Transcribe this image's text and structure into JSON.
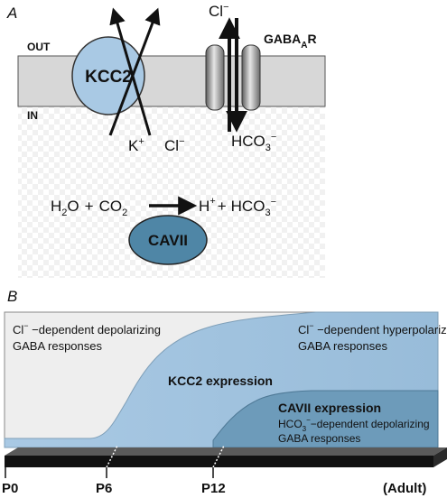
{
  "panel_a": {
    "label": "A",
    "out_label": "OUT",
    "in_label": "IN",
    "kcc2_label": "KCC2",
    "k_ion": "K",
    "k_charge": "+",
    "cl_ion_bottom": "Cl",
    "cl_charge_bottom": "−",
    "cl_ion_top": "Cl",
    "cl_charge_top": "−",
    "gaba_receptor": {
      "base": "GABA",
      "sub": "A",
      "suffix": "R"
    },
    "hco3_bottom": {
      "base": "HCO",
      "sub": "3",
      "charge": "−"
    },
    "reaction": {
      "h2o": {
        "base": "H",
        "sub": "2",
        "suffix": "O"
      },
      "plus1": "+",
      "co2": {
        "base": "CO",
        "sub": "2"
      },
      "h": {
        "base": "H",
        "charge": "+"
      },
      "plus2": "+",
      "hco3": {
        "base": "HCO",
        "sub": "3",
        "charge": "−"
      }
    },
    "cavii_label": "CAVII",
    "colors": {
      "kcc2": "#a9c9e4",
      "cavii": "#4f86a6",
      "membrane": "#d7d7d7"
    }
  },
  "panel_b": {
    "label": "B",
    "left_text": {
      "ion": "Cl",
      "charge": "−",
      "line1_rest": " −dependent depolarizing",
      "line2": "GABA responses"
    },
    "right_text": {
      "ion": "Cl",
      "charge": "−",
      "line1_rest": " −dependent hyperpolarizing",
      "line2": "GABA responses"
    },
    "kcc2_expression": "KCC2 expression",
    "cavii_expression": "CAVII expression",
    "hco3_text": {
      "base": "HCO",
      "sub": "3",
      "charge": "−",
      "line1_rest": "−dependent depolarizing",
      "line2": "GABA responses"
    },
    "ticks": [
      "P0",
      "P6",
      "P12",
      "(Adult)"
    ],
    "colors": {
      "kcc2_area": "#a9c9e4",
      "cavii_area": "#6d9bba",
      "bar": "#111111"
    }
  }
}
